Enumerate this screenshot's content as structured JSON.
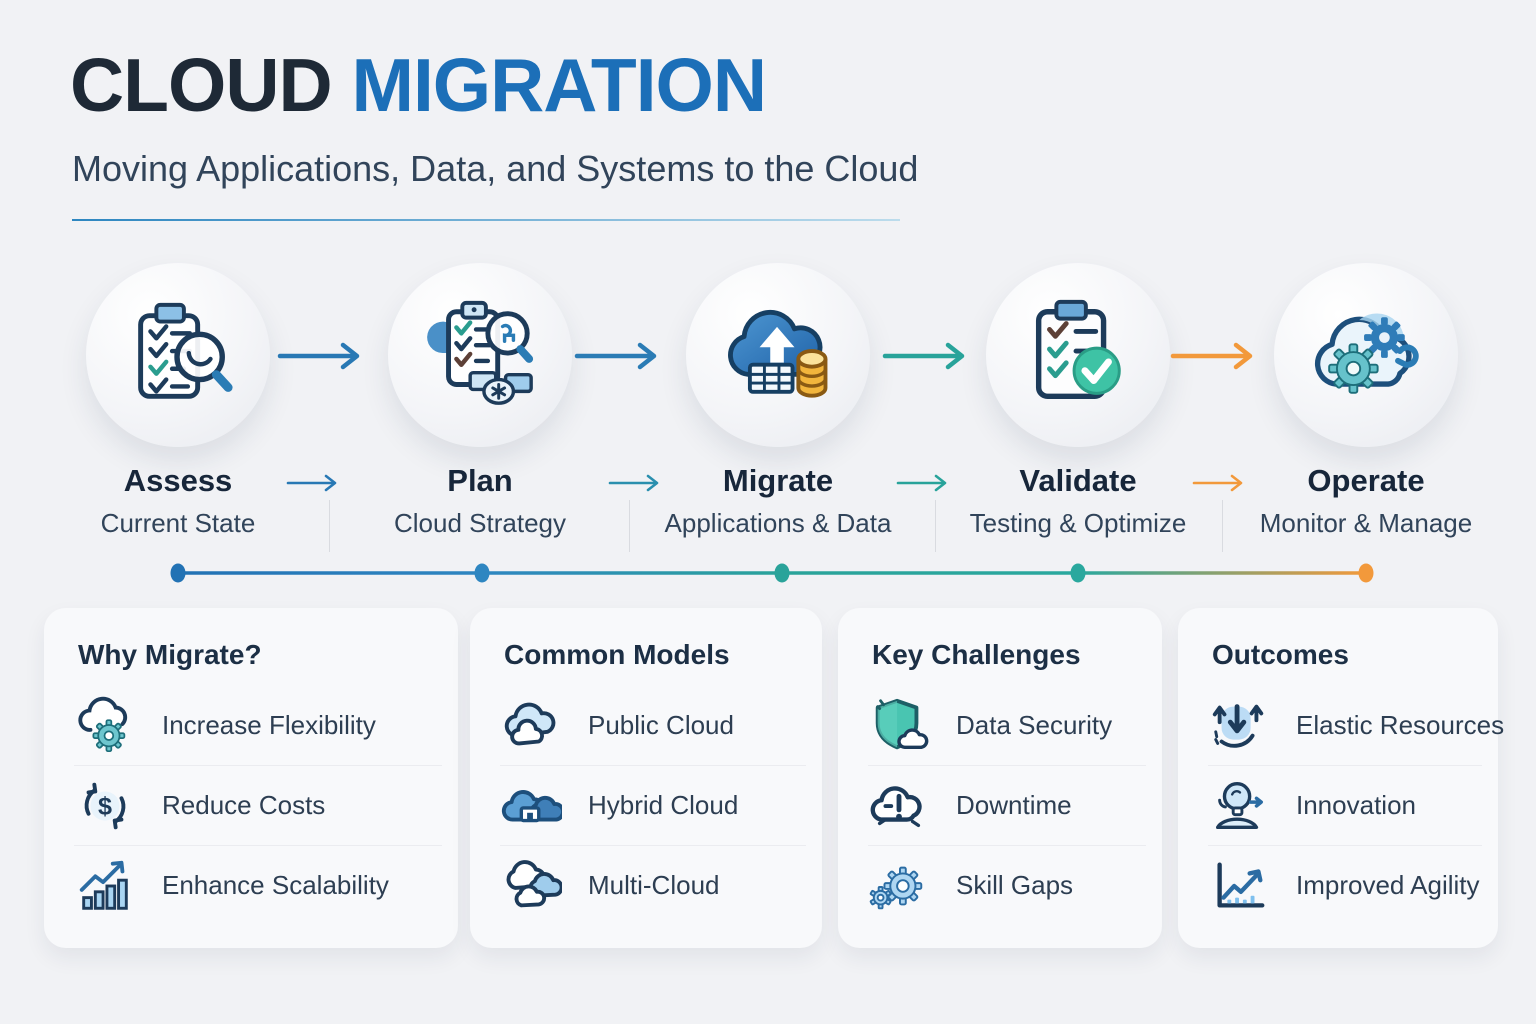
{
  "header": {
    "title_primary": "CLOUD",
    "title_secondary": "MIGRATION",
    "subtitle": "Moving Applications, Data, and Systems to the Cloud",
    "colors": {
      "title_primary": "#1e2936",
      "title_secondary": "#1c6fb8"
    }
  },
  "process": {
    "steps": [
      {
        "title": "Assess",
        "subtitle": "Current State",
        "icon": "clipboard-magnifier-icon",
        "accent": "#2878b4"
      },
      {
        "title": "Plan",
        "subtitle": "Cloud Strategy",
        "icon": "clipboard-cloud-magnifier-icon",
        "accent": "#2b7cb5"
      },
      {
        "title": "Migrate",
        "subtitle": "Applications & Data",
        "icon": "cloud-upload-database-icon",
        "accent": "#28a39a"
      },
      {
        "title": "Validate",
        "subtitle": "Testing & Optimize",
        "icon": "checklist-check-icon",
        "accent": "#2aa89e"
      },
      {
        "title": "Operate",
        "subtitle": "Monitor & Manage",
        "icon": "cloud-gears-icon",
        "accent": "#f2993b"
      }
    ],
    "arrow_colors": [
      "#2878b4",
      "#2b7cb5",
      "#28a39a",
      "#f2993b"
    ],
    "timeline_dot_colors": [
      "#2272b4",
      "#2e86c1",
      "#2aa39a",
      "#2aa89e",
      "#f2993b"
    ]
  },
  "panels": [
    {
      "heading": "Why Migrate?",
      "items": [
        {
          "label": "Increase Flexibility",
          "icon": "cloud-gear-icon"
        },
        {
          "label": "Reduce Costs",
          "icon": "dollar-cycle-icon"
        },
        {
          "label": "Enhance Scalability",
          "icon": "bar-growth-icon"
        }
      ]
    },
    {
      "heading": "Common Models",
      "items": [
        {
          "label": "Public Cloud",
          "icon": "public-cloud-icon"
        },
        {
          "label": "Hybrid Cloud",
          "icon": "hybrid-cloud-icon"
        },
        {
          "label": "Multi-Cloud",
          "icon": "multi-cloud-icon"
        }
      ]
    },
    {
      "heading": "Key Challenges",
      "items": [
        {
          "label": "Data Security",
          "icon": "shield-cloud-icon"
        },
        {
          "label": "Downtime",
          "icon": "cloud-alert-icon"
        },
        {
          "label": "Skill Gaps",
          "icon": "gears-icon"
        }
      ]
    },
    {
      "heading": "Outcomes",
      "items": [
        {
          "label": "Elastic Resources",
          "icon": "elastic-arrows-icon"
        },
        {
          "label": "Innovation",
          "icon": "lightbulb-person-icon"
        },
        {
          "label": "Improved Agility",
          "icon": "agility-chart-icon"
        }
      ]
    }
  ]
}
